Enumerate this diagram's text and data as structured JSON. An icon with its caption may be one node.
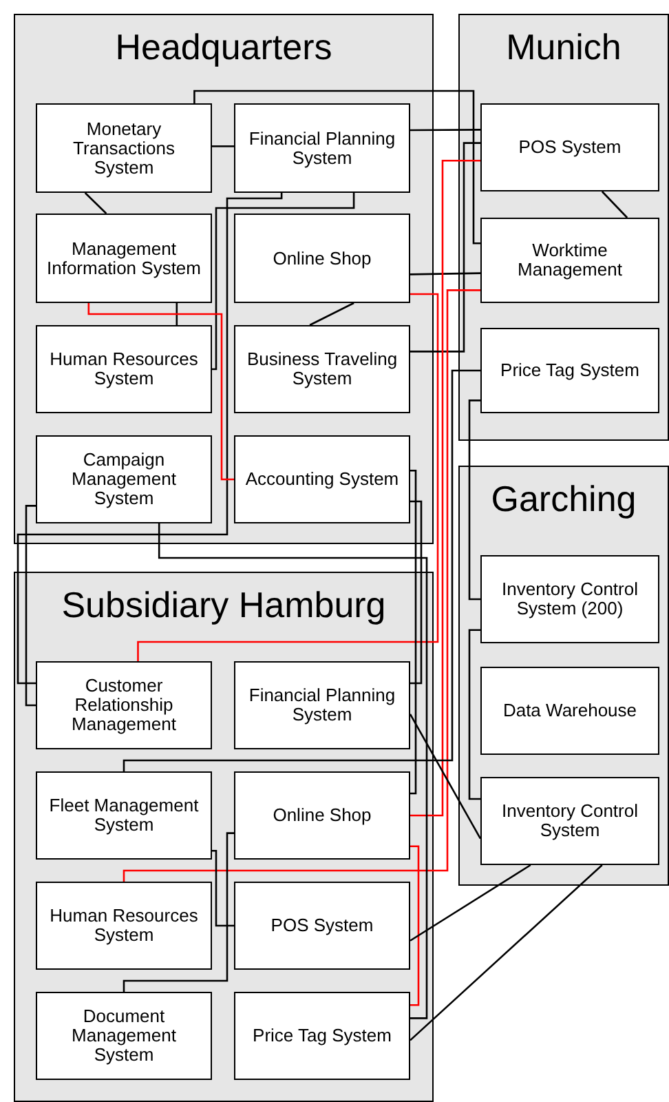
{
  "diagram": {
    "nodes": [
      {
        "text": [
          "Headquarters"
        ]
      },
      {
        "text": [
          "Monetary Transactions System"
        ],
        "in": 0
      },
      {
        "text": [
          "Financial Planning System"
        ],
        "in": 0
      },
      {
        "text": [
          "Management Information System"
        ],
        "in": 0
      },
      {
        "text": [
          "Online Shop"
        ],
        "in": 0
      },
      {
        "text": [
          "Human Resources System"
        ],
        "in": 0
      },
      {
        "text": [
          "Business Traveling System"
        ],
        "in": 0
      },
      {
        "text": [
          "Campaign Management System"
        ],
        "in": 0
      },
      {
        "text": [
          "Accounting System"
        ],
        "in": 0
      },
      {
        "text": [
          "Munich"
        ]
      },
      {
        "text": [
          "POS System"
        ],
        "in": 9
      },
      {
        "text": [
          "Worktime Management"
        ],
        "in": 9
      },
      {
        "text": [
          "Price Tag System"
        ],
        "in": 9
      },
      {
        "text": [
          "Garching"
        ]
      },
      {
        "text": [
          "Inventory Control System (200)"
        ],
        "in": 13
      },
      {
        "text": [
          "Data Warehouse"
        ],
        "in": 13
      },
      {
        "text": [
          "Inventory Control System"
        ],
        "in": 13
      },
      {
        "text": [
          "Subsidiary Hamburg"
        ]
      },
      {
        "text": [
          "Customer Relationship Management"
        ],
        "in": 17
      },
      {
        "text": [
          "Financial Planning System"
        ],
        "in": 17
      },
      {
        "text": [
          "Fleet Management System"
        ],
        "in": 17
      },
      {
        "text": [
          "Online Shop"
        ],
        "in": 17
      },
      {
        "text": [
          "Human Resources System"
        ],
        "in": 17
      },
      {
        "text": [
          "POS System"
        ],
        "in": 17
      },
      {
        "text": [
          "Document Management System"
        ],
        "in": 17
      },
      {
        "text": [
          "Price Tag System"
        ],
        "in": 17
      }
    ],
    "edges": [
      {
        "from": 1,
        "to": 2,
        "arrow": "none"
      },
      {
        "from": 2,
        "to": 10,
        "arrow": "none"
      },
      {
        "from": 1,
        "to": 11,
        "arrow": "none"
      },
      {
        "from": 1,
        "to": 3,
        "arrow": "none"
      },
      {
        "from": 4,
        "to": 11,
        "arrow": "none"
      },
      {
        "from": 10,
        "to": 11,
        "arrow": "none"
      },
      {
        "from": 2,
        "to": 18,
        "arrow": "none"
      },
      {
        "from": 2,
        "to": 5,
        "arrow": "none"
      },
      {
        "from": 3,
        "to": 5,
        "arrow": "none"
      },
      {
        "from": 3,
        "to": 8,
        "arrow": "none",
        "color": "#ff0000"
      },
      {
        "from": 4,
        "to": 6,
        "arrow": "none"
      },
      {
        "from": 4,
        "to": 18,
        "arrow": "none",
        "color": "#ff0000"
      },
      {
        "from": 10,
        "to": 6,
        "arrow": "none"
      },
      {
        "from": 10,
        "to": 21,
        "arrow": "none",
        "color": "#ff0000"
      },
      {
        "from": 11,
        "to": 22,
        "arrow": "none",
        "color": "#ff0000"
      },
      {
        "from": 12,
        "to": 20,
        "arrow": "none"
      },
      {
        "from": 12,
        "to": 14,
        "arrow": "none"
      },
      {
        "from": 14,
        "to": 16,
        "arrow": "none"
      },
      {
        "from": 7,
        "to": 18,
        "arrow": "none"
      },
      {
        "from": 7,
        "to": 25,
        "arrow": "none"
      },
      {
        "from": 8,
        "to": 21,
        "arrow": "none"
      },
      {
        "from": 8,
        "to": 19,
        "arrow": "none"
      },
      {
        "from": 19,
        "to": 16,
        "arrow": "none"
      },
      {
        "from": 21,
        "to": 24,
        "arrow": "none"
      },
      {
        "from": 20,
        "to": 23,
        "arrow": "none"
      },
      {
        "from": 21,
        "to": 25,
        "arrow": "none",
        "color": "#ff0000"
      },
      {
        "from": 23,
        "to": 16,
        "arrow": "none"
      },
      {
        "from": 25,
        "to": 16,
        "arrow": "none"
      }
    ]
  }
}
